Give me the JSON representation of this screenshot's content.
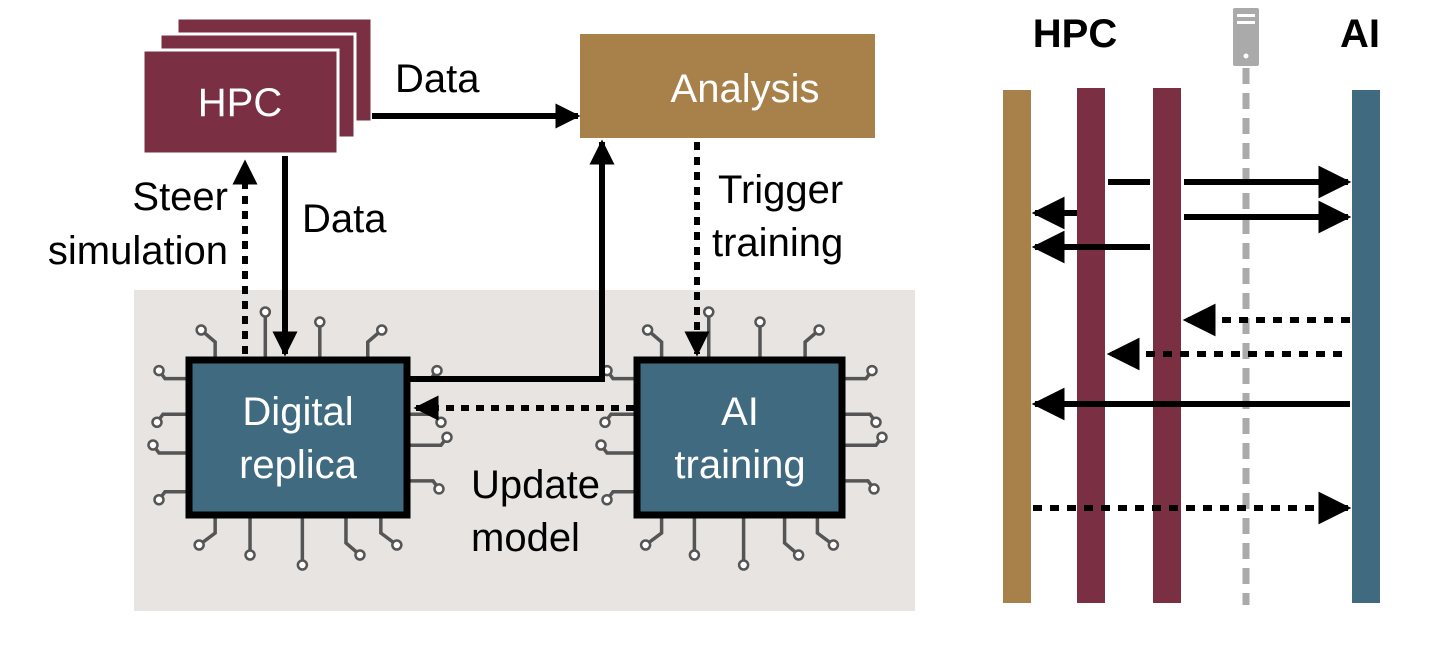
{
  "colors": {
    "hpc": "#7a3042",
    "analysis": "#a8804a",
    "chip": "#3f6a7f",
    "panel": "#e7e4e2",
    "pin": "#555555",
    "server_line": "#aaaaaa"
  },
  "left_diagram": {
    "hpc_box": "HPC",
    "analysis_box": "Analysis",
    "digital_replica_box": [
      "Digital",
      "replica"
    ],
    "ai_training_box": [
      "AI",
      "training"
    ],
    "edge_data_hpc_to_analysis": "Data",
    "edge_data_hpc_to_replica": "Data",
    "edge_steer": [
      "Steer",
      "simulation"
    ],
    "edge_trigger": [
      "Trigger",
      "training"
    ],
    "edge_update": [
      "Update",
      "model"
    ]
  },
  "right_diagram": {
    "header_hpc": "HPC",
    "header_ai": "AI",
    "server_icon": "server-icon"
  }
}
